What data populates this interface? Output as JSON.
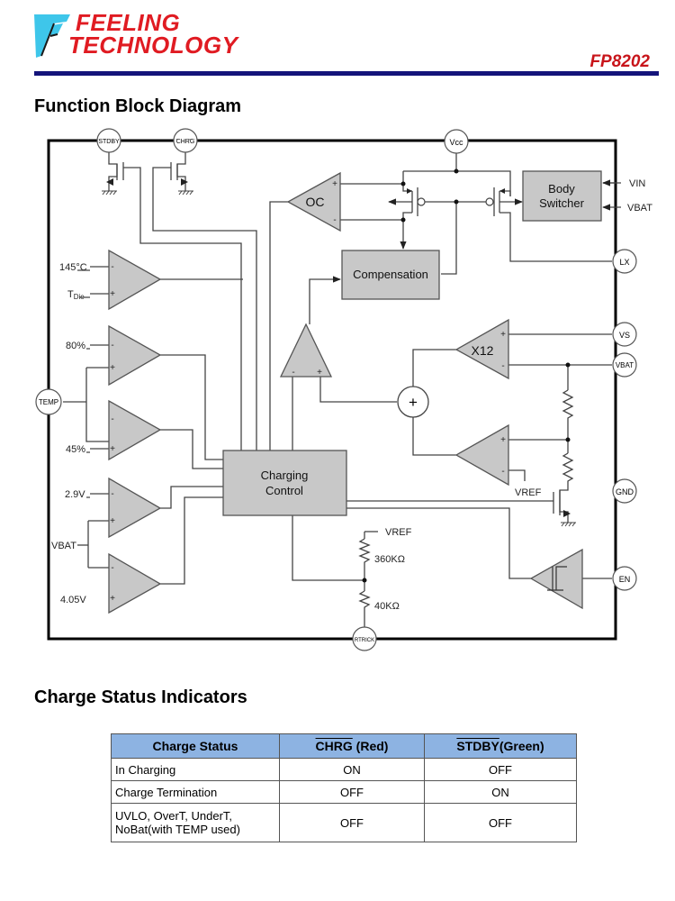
{
  "header": {
    "logo_line1": "FEELING",
    "logo_line2": "TECHNOLOGY",
    "part_number": "FP8202",
    "colors": {
      "logo_red": "#e01b22",
      "rule_navy": "#14147a",
      "logo_cyan": "#3ec6ea"
    }
  },
  "function_block_diagram": {
    "title": "Function Block Diagram",
    "pins": {
      "stdby": "STDBY",
      "chrg": "CHRG",
      "vcc": "Vcc",
      "lx": "LX",
      "vs": "VS",
      "vbat": "VBAT",
      "gnd": "GND",
      "en": "EN",
      "temp": "TEMP",
      "rtrick": "RTRICK"
    },
    "blocks": {
      "body_switcher_line1": "Body",
      "body_switcher_line2": "Switcher",
      "compensation": "Compensation",
      "charging_control_line1": "Charging",
      "charging_control_line2": "Control",
      "oc_amp": "OC",
      "x12_amp": "X12",
      "summer": "+"
    },
    "labels": {
      "vin": "VIN",
      "vbat_in": "VBAT",
      "t145": "145°C",
      "tdie_main": "T",
      "tdie_sub": "Die",
      "p80": "80%",
      "p45": "45%",
      "v29": "2.9V",
      "vbat_left": "VBAT",
      "v405": "4.05V",
      "vref1": "VREF",
      "vref2": "VREF",
      "r360": "360KΩ",
      "r40": "40KΩ",
      "plus": "+",
      "minus": "-"
    },
    "colors": {
      "block_fill": "#c8c8c8",
      "wire": "#444444",
      "frame": "#000000"
    }
  },
  "charge_status": {
    "title": "Charge Status Indicators",
    "columns": [
      "Charge Status",
      "CHRG",
      " (Red)",
      "STDBY",
      "(Green)"
    ],
    "rows": [
      {
        "status": "In Charging",
        "chrg": "ON",
        "stdby": "OFF"
      },
      {
        "status": "Charge Termination",
        "chrg": "OFF",
        "stdby": "ON"
      },
      {
        "status_line1": "UVLO, OverT, UnderT,",
        "status_line2": "NoBat(with TEMP used)",
        "chrg": "OFF",
        "stdby": "OFF"
      }
    ],
    "header_color": "#8db3e2"
  }
}
